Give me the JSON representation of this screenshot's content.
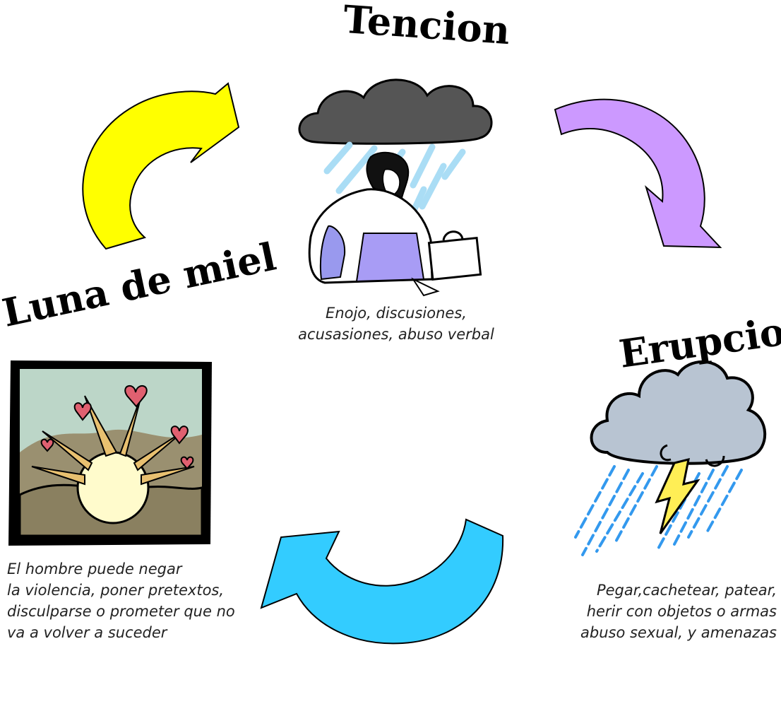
{
  "diagram": {
    "stages": {
      "tension": {
        "title": "Tencion",
        "description": [
          "Enojo, discusiones,",
          "acusasiones, abuso verbal"
        ]
      },
      "eruption": {
        "title": "Erupcion",
        "description": [
          "Pegar,cachetear, patear,",
          "herir con objetos o armas",
          "abuso sexual, y amenazas"
        ]
      },
      "honeymoon": {
        "title": "Luna de miel",
        "description": [
          "El hombre puede negar",
          "la violencia, poner pretextos,",
          "disculparse o prometer que no",
          "va a volver a suceder"
        ]
      }
    },
    "arrows": [
      {
        "name": "arrow-honeymoon-to-tension",
        "color": "#ffff00"
      },
      {
        "name": "arrow-tension-to-eruption",
        "color": "#cc99ff"
      },
      {
        "name": "arrow-eruption-to-honeymoon",
        "color": "#33ccff"
      }
    ],
    "icons": [
      "sad-woman-rain-icon",
      "storm-cloud-icon",
      "sunrise-hearts-icon"
    ]
  }
}
